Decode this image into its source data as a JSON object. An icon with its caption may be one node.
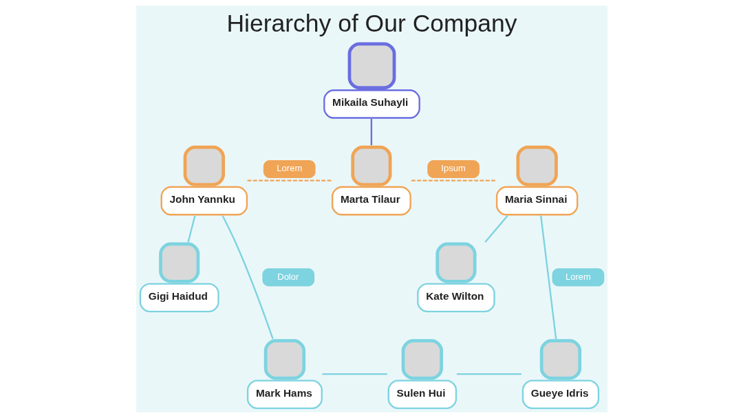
{
  "diagram": {
    "title": "Hierarchy of Our Company",
    "nodes": [
      {
        "text": [
          "Mikaila Suhayli"
        ]
      },
      {
        "text": [
          "John Yannku"
        ]
      },
      {
        "text": [
          "Marta Tilaur"
        ]
      },
      {
        "text": [
          "Maria Sinnai"
        ]
      },
      {
        "text": [
          "Gigi Haidud"
        ]
      },
      {
        "text": [
          "Kate Wilton"
        ]
      },
      {
        "text": [
          "Mark Hams"
        ]
      },
      {
        "text": [
          "Sulen Hui"
        ]
      },
      {
        "text": [
          "Gueye Idris"
        ]
      }
    ],
    "edges": [
      {
        "from": 0,
        "to": 2,
        "arrow": "none",
        "color": "#6a6ee0"
      },
      {
        "from": 1,
        "to": 2,
        "arrow": "none",
        "label": "Lorem",
        "style": "dashed",
        "color": "#f0a455"
      },
      {
        "from": 2,
        "to": 3,
        "arrow": "none",
        "label": "Ipsum",
        "style": "dashed",
        "color": "#f0a455"
      },
      {
        "from": 1,
        "to": 4,
        "arrow": "none"
      },
      {
        "from": 1,
        "to": 6,
        "arrow": "none",
        "label": "Dolor"
      },
      {
        "from": 3,
        "to": 5,
        "arrow": "none"
      },
      {
        "from": 3,
        "to": 8,
        "arrow": "none",
        "label": "Lorem"
      },
      {
        "from": 6,
        "to": 7,
        "arrow": "none"
      },
      {
        "from": 7,
        "to": 8,
        "arrow": "none"
      }
    ]
  }
}
